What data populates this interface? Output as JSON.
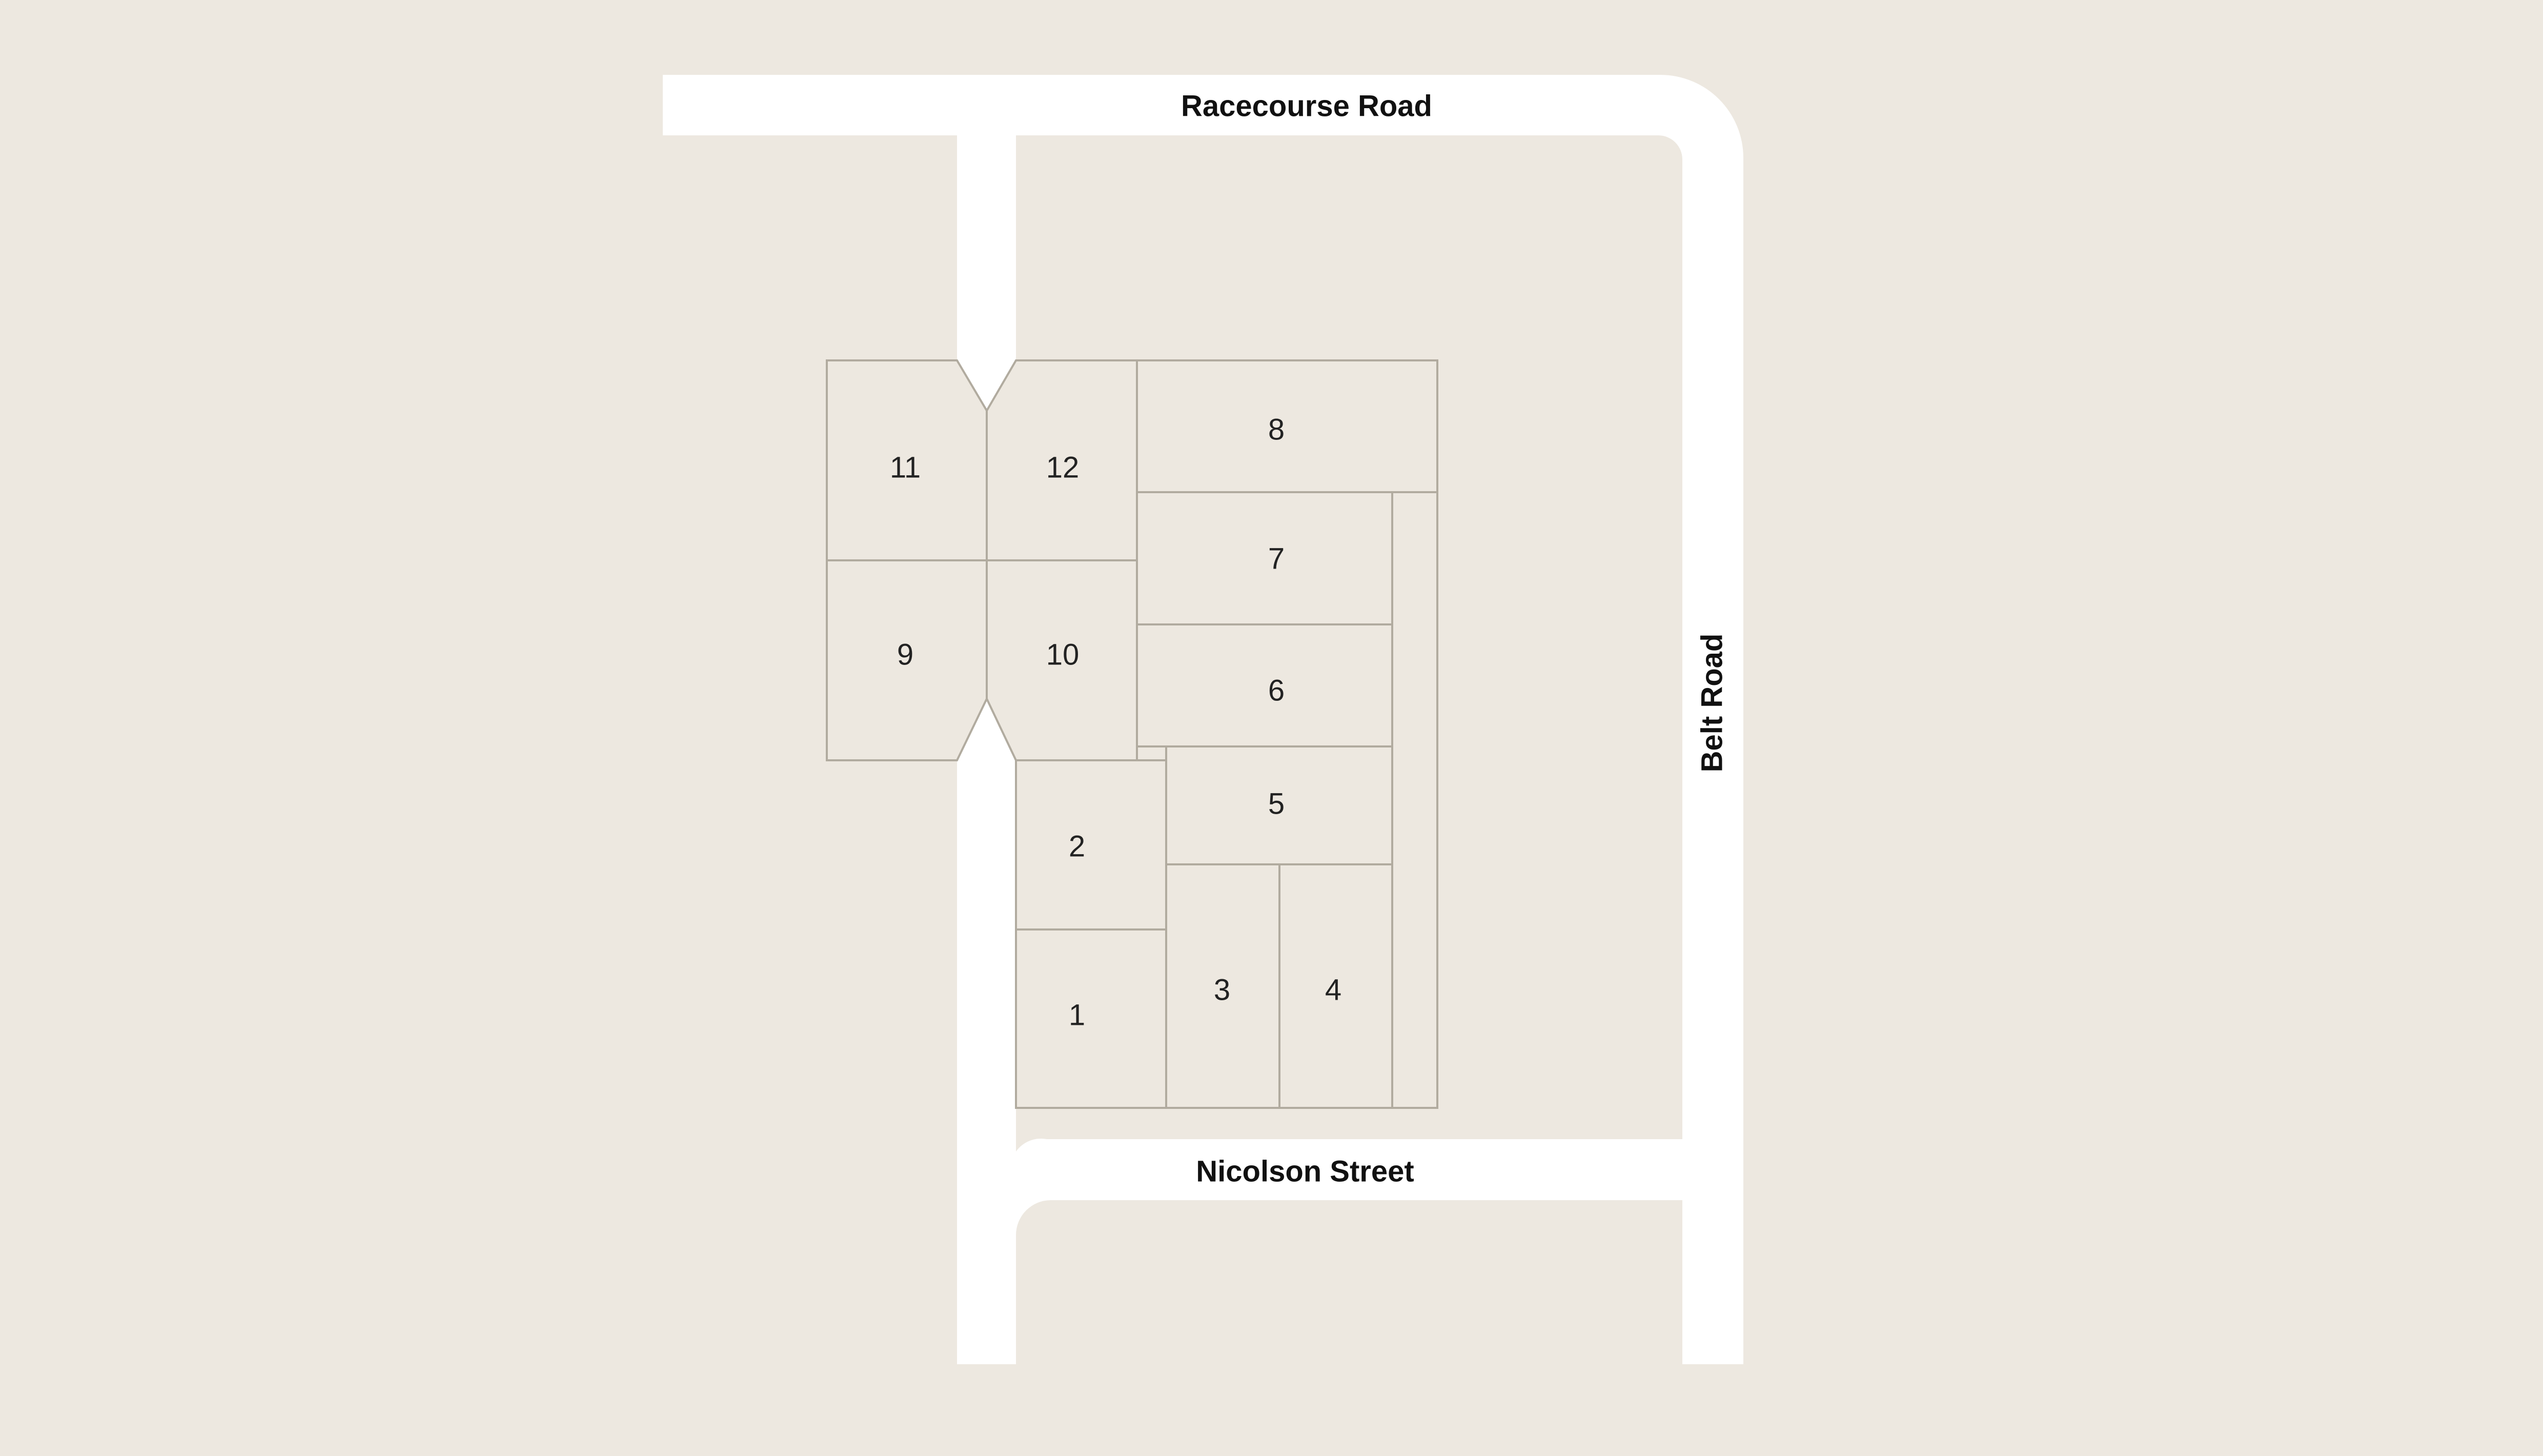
{
  "colors": {
    "background": "#ede8e0",
    "road": "#ffffff",
    "lot_outline": "#b1ab9f",
    "label_text": "#111111"
  },
  "roads": {
    "racecourse": "Racecourse Road",
    "belt": "Belt Road",
    "nicolson": "Nicolson Street"
  },
  "lots": [
    {
      "id": "lot-1",
      "number": "1"
    },
    {
      "id": "lot-2",
      "number": "2"
    },
    {
      "id": "lot-3",
      "number": "3"
    },
    {
      "id": "lot-4",
      "number": "4"
    },
    {
      "id": "lot-5",
      "number": "5"
    },
    {
      "id": "lot-6",
      "number": "6"
    },
    {
      "id": "lot-7",
      "number": "7"
    },
    {
      "id": "lot-8",
      "number": "8"
    },
    {
      "id": "lot-9",
      "number": "9"
    },
    {
      "id": "lot-10",
      "number": "10"
    },
    {
      "id": "lot-11",
      "number": "11"
    },
    {
      "id": "lot-12",
      "number": "12"
    }
  ]
}
